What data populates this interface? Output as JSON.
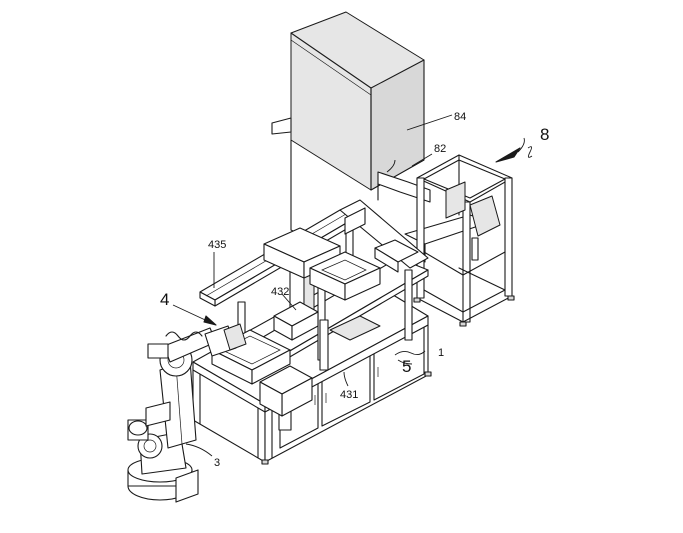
{
  "figure": {
    "labels": {
      "l84": "84",
      "l82": "82",
      "l8": "8",
      "l435": "435",
      "l432": "432",
      "l4": "4",
      "l1": "1",
      "l5": "5",
      "l431": "431",
      "l3": "3"
    }
  }
}
